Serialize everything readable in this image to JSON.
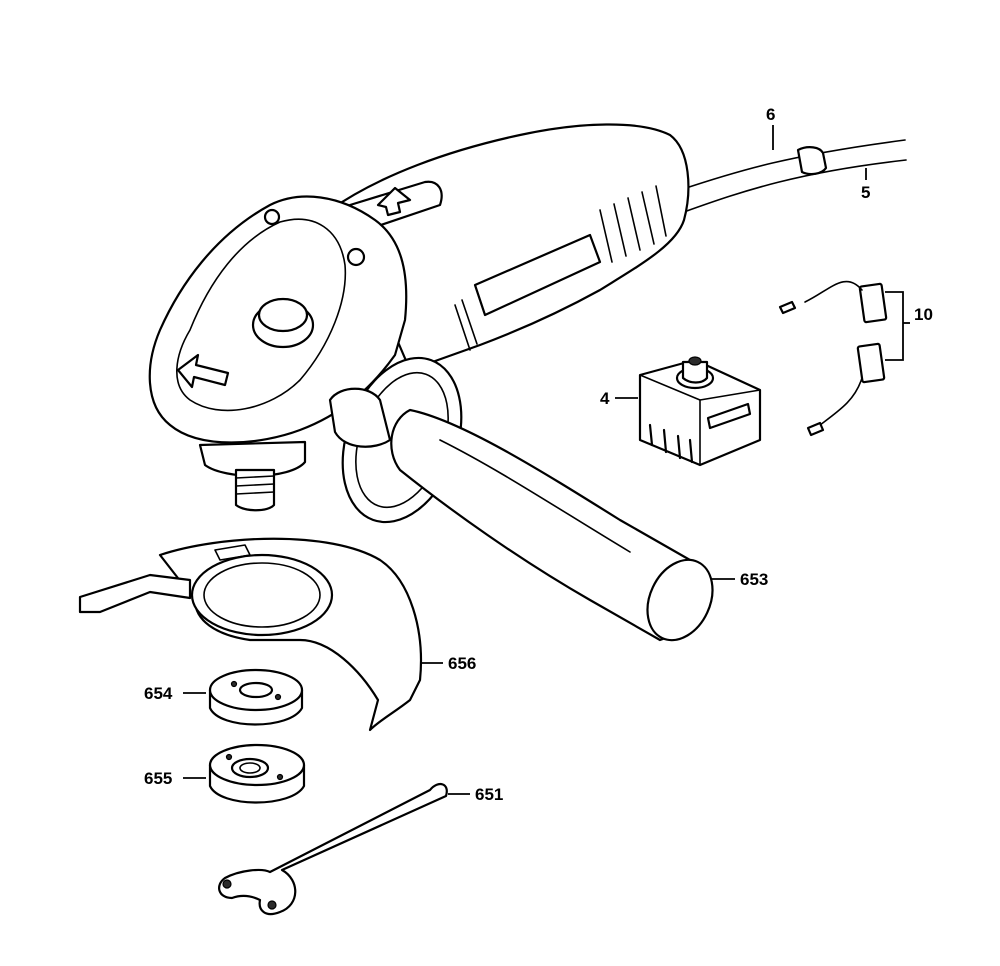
{
  "diagram": {
    "callouts": {
      "c6": "6",
      "c5": "5",
      "c10": "10",
      "c4": "4",
      "c653": "653",
      "c656": "656",
      "c654": "654",
      "c655": "655",
      "c651": "651"
    },
    "colors": {
      "line": "#000000",
      "background": "#ffffff"
    }
  }
}
